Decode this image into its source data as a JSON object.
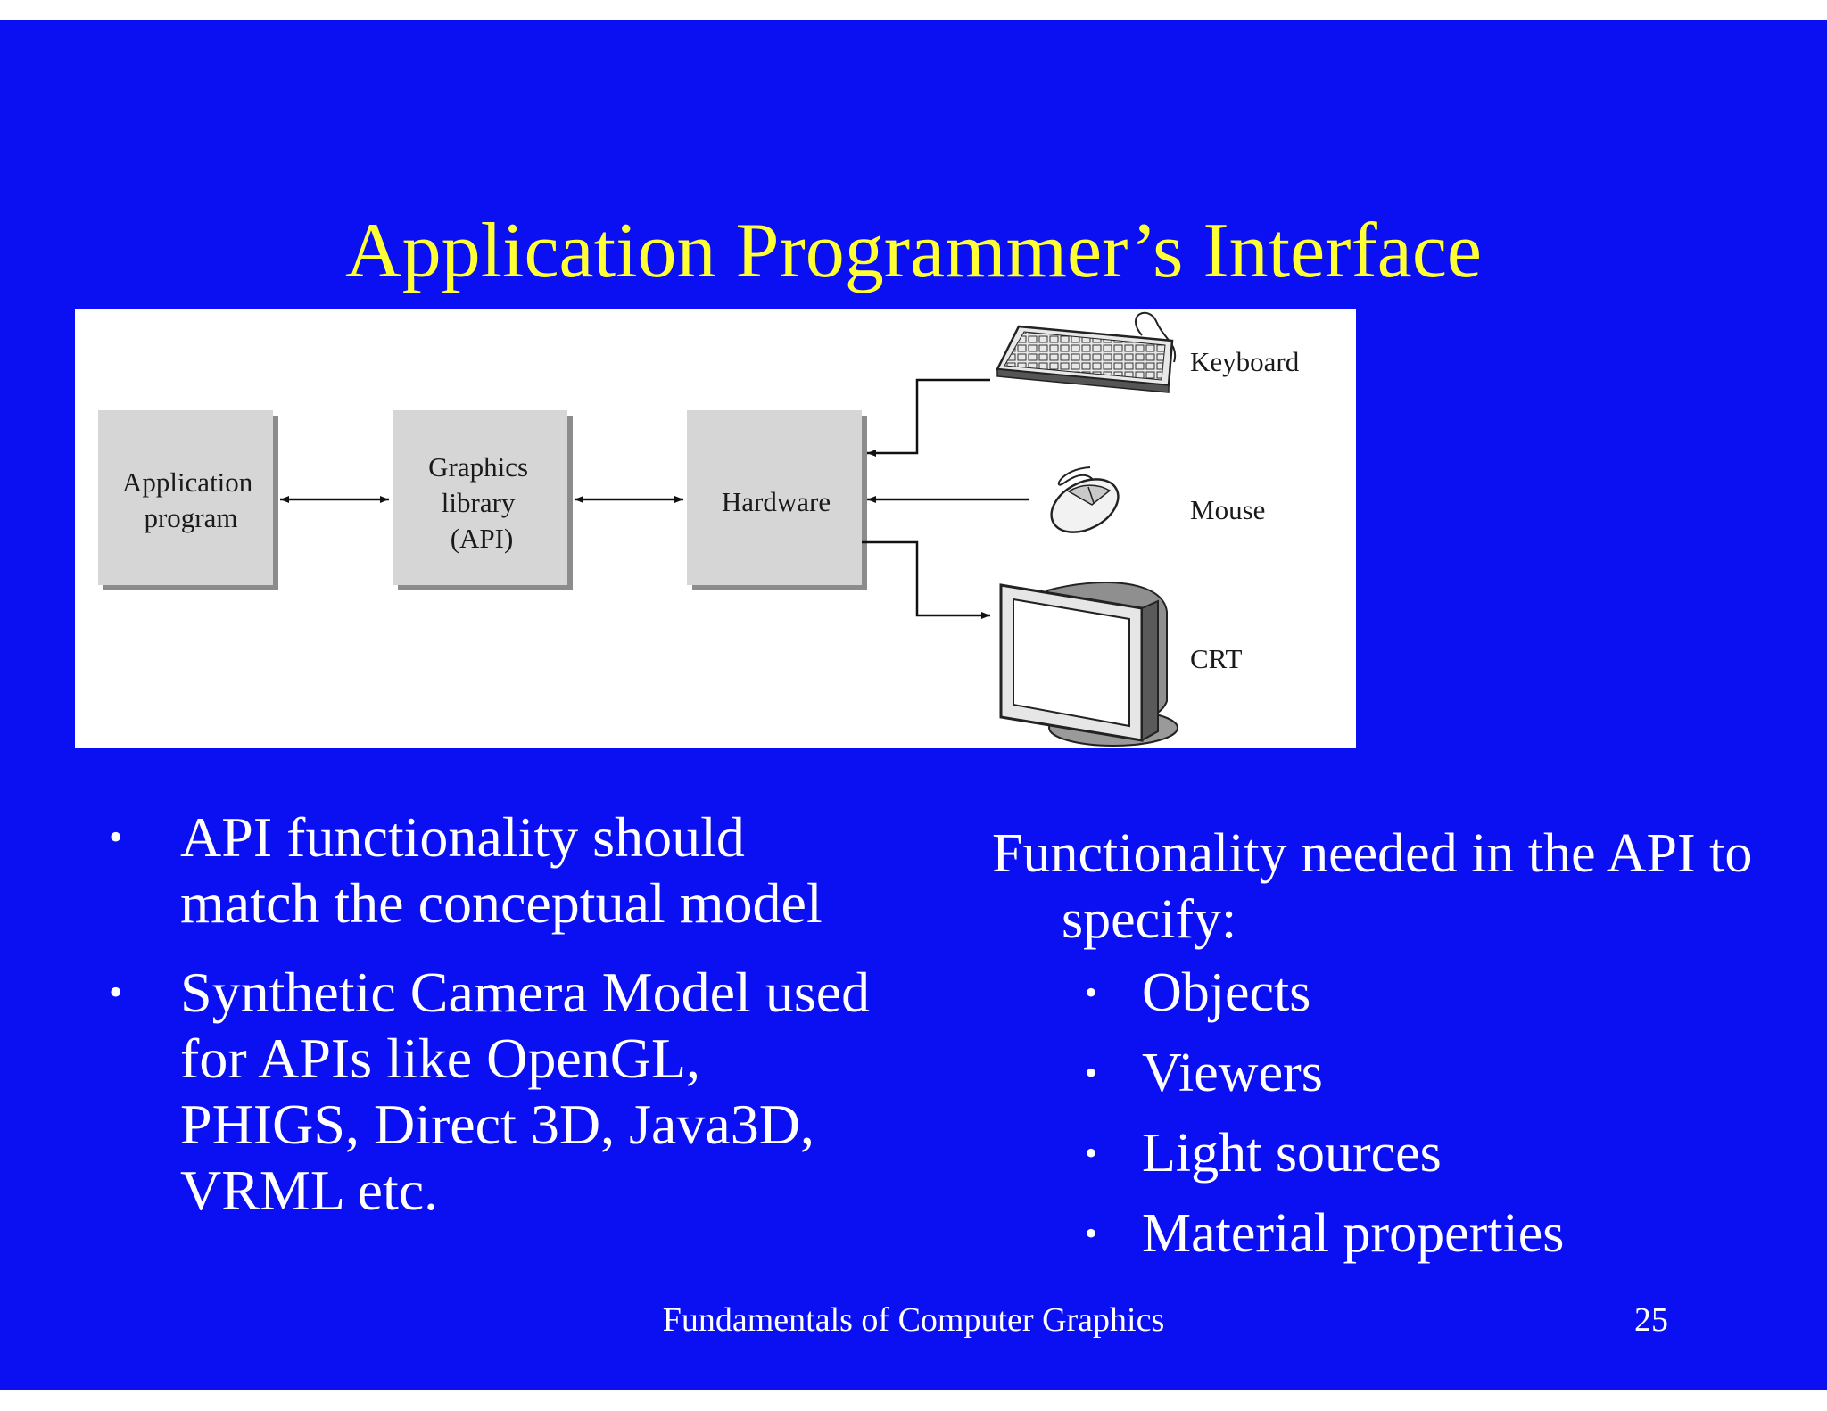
{
  "slide": {
    "title": "Application Programmer’s Interface",
    "diagram": {
      "blocks": [
        {
          "lines": [
            "Application",
            "program"
          ]
        },
        {
          "lines": [
            "Graphics",
            "library",
            "(API)"
          ]
        },
        {
          "lines": [
            "Hardware"
          ]
        }
      ],
      "devices": [
        {
          "label": "Keyboard",
          "icon": "keyboard-icon"
        },
        {
          "label": "Mouse",
          "icon": "mouse-icon"
        },
        {
          "label": "CRT",
          "icon": "crt-monitor-icon"
        }
      ]
    },
    "left_bullets": [
      {
        "bullet": "•",
        "text": "API functionality should match the conceptual model"
      },
      {
        "bullet": "•",
        "text": "Synthetic Camera Model used for APIs like OpenGL, PHIGS, Direct 3D, Java3D, VRML etc."
      }
    ],
    "right_intro": "Functionality needed in the API to specify:",
    "right_bullets": [
      {
        "bullet": "•",
        "text": "Objects"
      },
      {
        "bullet": "•",
        "text": "Viewers"
      },
      {
        "bullet": "•",
        "text": "Light sources"
      },
      {
        "bullet": "•",
        "text": "Material properties"
      }
    ],
    "footer": "Fundamentals of Computer Graphics",
    "page_number": "25"
  },
  "colors": {
    "background": "#0a10f2",
    "title": "#ffff33",
    "text": "#ffffff",
    "block_fill": "#d6d6d6"
  }
}
